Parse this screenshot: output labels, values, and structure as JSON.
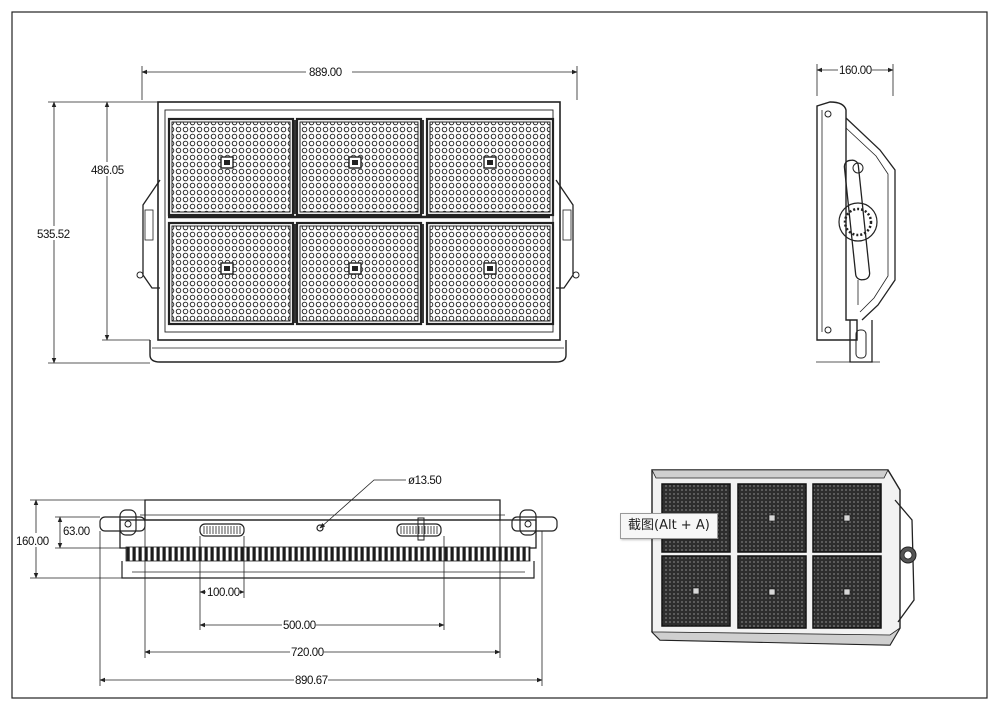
{
  "front_view": {
    "width_label": "889.00",
    "height_inner_label": "486.05",
    "height_total_label": "535.52"
  },
  "side_view": {
    "depth_label": "160.00"
  },
  "bottom_view": {
    "depth_label": "160.00",
    "bracket_label": "63.00",
    "hole_label": "ø13.50",
    "slot_label": "100.00",
    "span_500_label": "500.00",
    "span_720_label": "720.00",
    "total_label": "890.67"
  },
  "tooltip": {
    "text": "截图(Alt + A)"
  },
  "colors": {
    "line": "#2a2a2a",
    "panel_dark": "#3a3a3a",
    "iso_panel": "#2b2b2b",
    "tooltip_bg": "#f7f7f7"
  }
}
